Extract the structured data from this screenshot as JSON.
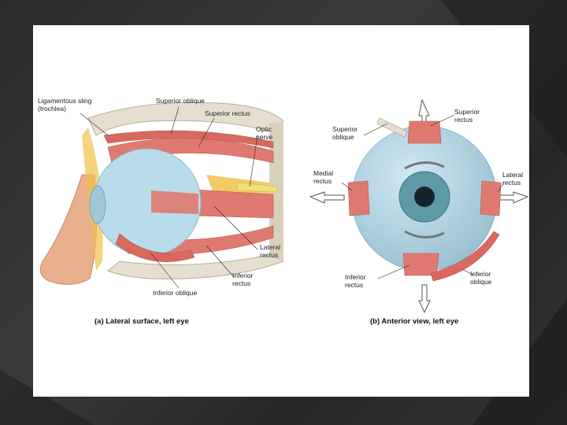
{
  "lateral": {
    "caption": "(a) Lateral surface, left eye",
    "labels": {
      "ligamentous_sling": "Ligamentous sling\n(trochlea)",
      "superior_oblique": "Superior oblique",
      "superior_rectus": "Superior rectus",
      "optic_nerve": "Optic\nnerve",
      "lateral_rectus": "Lateral\nrectus",
      "inferior_rectus": "Inferior\nrectus",
      "inferior_oblique": "Inferior oblique"
    }
  },
  "anterior": {
    "caption": "(b) Anterior view, left eye",
    "labels": {
      "superior_rectus": "Superior\nrectus",
      "superior_oblique": "Superior\noblique",
      "medial_rectus": "Medial\nrectus",
      "lateral_rectus": "Lateral\nrectus",
      "inferior_rectus": "Inferior\nrectus",
      "inferior_oblique": "Inferior\noblique"
    }
  },
  "colors": {
    "muscle": "#e07a70",
    "eyeball": "#b9dcea",
    "iris": "#5d9aa6",
    "nose": "#e9b08e",
    "bone": "#e6dfcf",
    "fat": "#f0c24b"
  }
}
